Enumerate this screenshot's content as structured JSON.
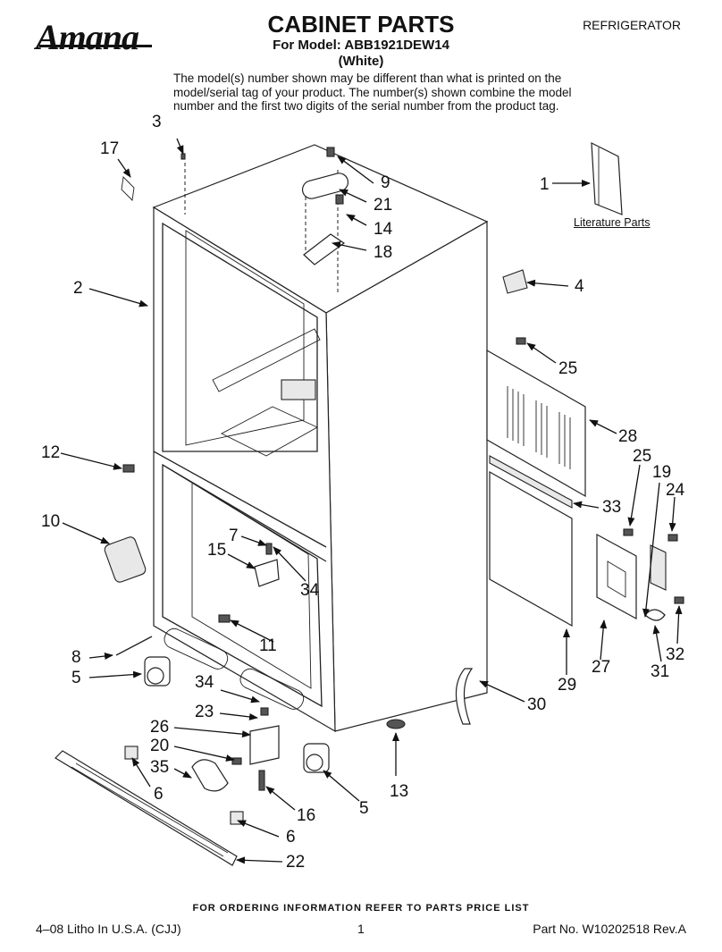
{
  "header": {
    "brand": "Amana",
    "title": "CABINET PARTS",
    "model_line": "For Model: ABB1921DEW14",
    "color_line": "(White)",
    "category": "REFRIGERATOR",
    "note": "The model(s) number shown may be different than what is printed on the model/serial tag of your product. The number(s) shown combine the model number and the first two digits of the serial number from the product tag."
  },
  "diagram": {
    "literature_label": "Literature Parts",
    "callouts": [
      "3",
      "17",
      "9",
      "21",
      "14",
      "18",
      "1",
      "2",
      "4",
      "25",
      "28",
      "12",
      "25",
      "19",
      "24",
      "33",
      "10",
      "7",
      "15",
      "34",
      "8",
      "5",
      "11",
      "29",
      "27",
      "31",
      "32",
      "30",
      "34",
      "23",
      "26",
      "20",
      "35",
      "6",
      "16",
      "5",
      "13",
      "6",
      "22"
    ]
  },
  "footer": {
    "ordering": "FOR ORDERING INFORMATION REFER TO PARTS PRICE LIST",
    "litho": "4–08 Litho In U.S.A. (CJJ)",
    "page": "1",
    "part_no": "Part No. W10202518 Rev.A"
  }
}
